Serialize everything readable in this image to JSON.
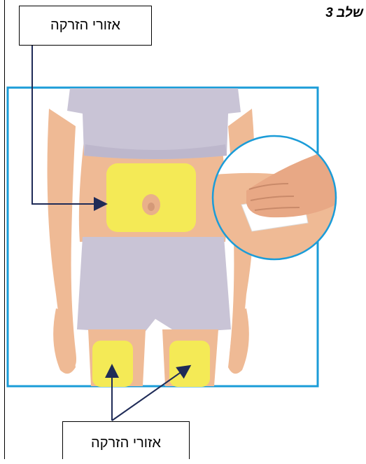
{
  "step_title": "שלב 3",
  "labels": {
    "top": "אזורי הזרקה",
    "bottom": "אזורי הזרקה"
  },
  "colors": {
    "frame": "#1b9cd8",
    "skin": "#efba95",
    "shirt": "#c9c4d6",
    "shorts": "#c9c4d6",
    "injection_zone": "#f4ea56",
    "arrow": "#1f2b57"
  },
  "icons": [
    "hand-on-skin-inset"
  ]
}
